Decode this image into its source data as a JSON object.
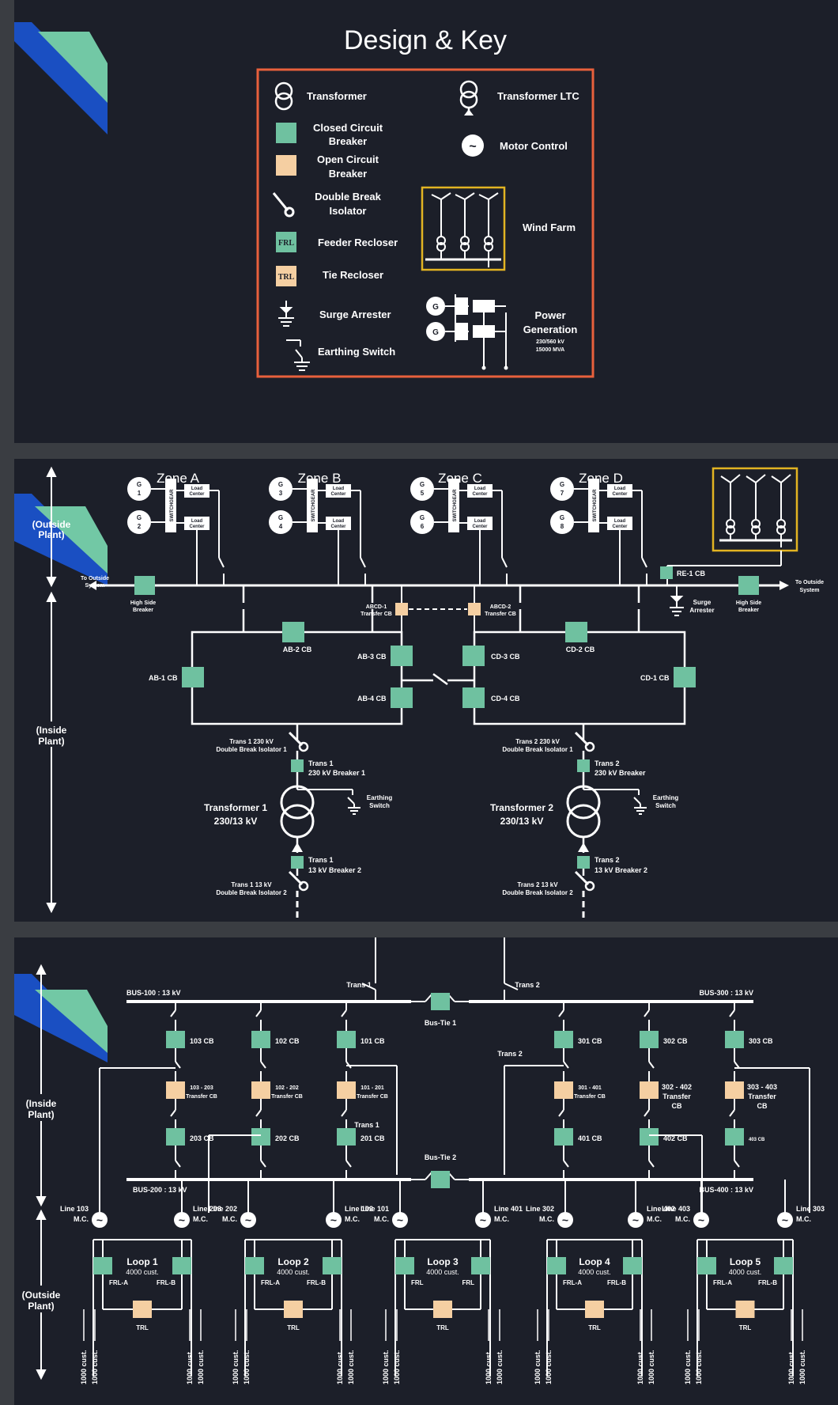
{
  "key": {
    "title": "Design & Key",
    "items": {
      "transformer": "Transformer",
      "transformer_ltc": "Transformer LTC",
      "closed_cb": [
        "Closed Circuit",
        "Breaker"
      ],
      "open_cb": [
        "Open Circuit",
        "Breaker"
      ],
      "motor_control": "Motor Control",
      "double_break": [
        "Double Break",
        "Isolator"
      ],
      "feeder_recloser": "Feeder Recloser",
      "frl": "FRL",
      "wind_farm": "Wind Farm",
      "tie_recloser": "Tie Recloser",
      "trl": "TRL",
      "surge_arrester": "Surge Arrester",
      "earthing_switch": "Earthing Switch",
      "power_generation": [
        "Power",
        "Generation"
      ],
      "power_generation_detail": [
        "230/560 kV",
        "15000 MVA"
      ],
      "g": "G",
      "tilde": "~"
    }
  },
  "substation": {
    "zones": [
      "Zone A",
      "Zone B",
      "Zone C",
      "Zone D"
    ],
    "generators": [
      [
        "1",
        "2"
      ],
      [
        "3",
        "4"
      ],
      [
        "5",
        "6"
      ],
      [
        "7",
        "8"
      ]
    ],
    "switchgear": "SWITCHGEAR",
    "load_center": [
      "Load",
      "Center"
    ],
    "outside_plant": [
      "(Outside",
      "Plant)"
    ],
    "inside_plant": [
      "(Inside",
      "Plant)"
    ],
    "to_outside_system": [
      "To Outside",
      "System"
    ],
    "high_side_breaker": [
      "High Side",
      "Breaker"
    ],
    "re1": "RE-1 CB",
    "surge": [
      "Surge",
      "Arrester"
    ],
    "abcd1": [
      "ABCD-1",
      "Transfer CB"
    ],
    "abcd2": [
      "ABCD-2",
      "Transfer CB"
    ],
    "cb_labels": {
      "ab1": "AB-1 CB",
      "ab2": "AB-2 CB",
      "ab3": "AB-3 CB",
      "ab4": "AB-4 CB",
      "cd1": "CD-1 CB",
      "cd2": "CD-2 CB",
      "cd3": "CD-3 CB",
      "cd4": "CD-4 CB"
    },
    "t1": {
      "iso1": [
        "Trans 1 230 kV",
        "Double Break Isolator 1"
      ],
      "brk1": [
        "Trans 1",
        "230 kV Breaker 1"
      ],
      "earth": [
        "Earthing",
        "Switch"
      ],
      "name": [
        "Transformer 1",
        "230/13 kV"
      ],
      "brk2": [
        "Trans 1",
        "13 kV Breaker 2"
      ],
      "iso2": [
        "Trans 1 13 kV",
        "Double Break Isolator 2"
      ]
    },
    "t2": {
      "iso1": [
        "Trans 2 230 kV",
        "Double Break Isolator 1"
      ],
      "brk1": [
        "Trans 2",
        "230 kV Breaker"
      ],
      "earth": [
        "Earthing",
        "Switch"
      ],
      "name": [
        "Transformer 2",
        "230/13 kV"
      ],
      "brk2": [
        "Trans 2",
        "13 kV Breaker 2"
      ],
      "iso2": [
        "Trans 2 13 kV",
        "Double Break Isolator 2"
      ]
    }
  },
  "distribution": {
    "bus100": "BUS-100 : 13 kV",
    "bus200": "BUS-200 : 13 kV",
    "bus300": "BUS-300 : 13 kV",
    "bus400": "BUS-400 : 13 kV",
    "trans1": "Trans 1",
    "trans2": "Trans 2",
    "bustie1": "Bus-Tie 1",
    "bustie2": "Bus-Tie 2",
    "inside_plant": [
      "(Inside",
      "Plant)"
    ],
    "outside_plant": [
      "(Outside",
      "Plant)"
    ],
    "top_cbs": [
      "103 CB",
      "102 CB",
      "101 CB",
      "301 CB",
      "302 CB",
      "303 CB"
    ],
    "transfer_cbs": [
      [
        "103 - 203",
        "Transfer CB"
      ],
      [
        "102 - 202",
        "Transfer CB"
      ],
      [
        "101 - 201",
        "Transfer CB"
      ],
      [
        "301 - 401",
        "Transfer CB"
      ],
      [
        "302 - 402",
        "Transfer",
        "CB"
      ],
      [
        "303 - 403",
        "Transfer",
        "CB"
      ]
    ],
    "bottom_cbs": [
      "203 CB",
      "202 CB",
      "201 CB",
      "401 CB",
      "402 CB",
      "403 CB"
    ],
    "lines": [
      [
        "Line 103",
        "M.C."
      ],
      [
        "Line 203",
        "M.C."
      ],
      [
        "Line 202",
        "M.C."
      ],
      [
        "Line 102",
        "M.C."
      ],
      [
        "Line 101",
        "M.C."
      ],
      [
        "Line 401",
        "M.C."
      ],
      [
        "Line 302",
        "M.C."
      ],
      [
        "Line 402",
        "M.C."
      ],
      [
        "Line 403",
        "M.C."
      ],
      [
        "Line 303",
        "M.C."
      ]
    ],
    "loops": [
      {
        "name": "Loop 1",
        "cust": "4000 cust.",
        "frl_a": "FRL-A",
        "frl_b": "FRL-B"
      },
      {
        "name": "Loop 2",
        "cust": "4000 cust.",
        "frl_a": "FRL-A",
        "frl_b": "FRL-B"
      },
      {
        "name": "Loop 3",
        "cust": "4000 cust.",
        "frl_a": "FRL",
        "frl_b": "FRL"
      },
      {
        "name": "Loop 4",
        "cust": "4000 cust.",
        "frl_a": "FRL-A",
        "frl_b": "FRL-B"
      },
      {
        "name": "Loop 5",
        "cust": "4000 cust.",
        "frl_a": "FRL-A",
        "frl_b": "FRL-B"
      }
    ],
    "trl": "TRL",
    "feeder": "1000 cust."
  },
  "colors": {
    "background": "#1c1f29",
    "closed_cb": "#6fc1a0",
    "open_cb": "#f5cfa2",
    "key_border": "#e8603c",
    "wind_border": "#e2b422",
    "corner_blue": "#1a4fc2",
    "corner_green": "#72c8a5"
  }
}
